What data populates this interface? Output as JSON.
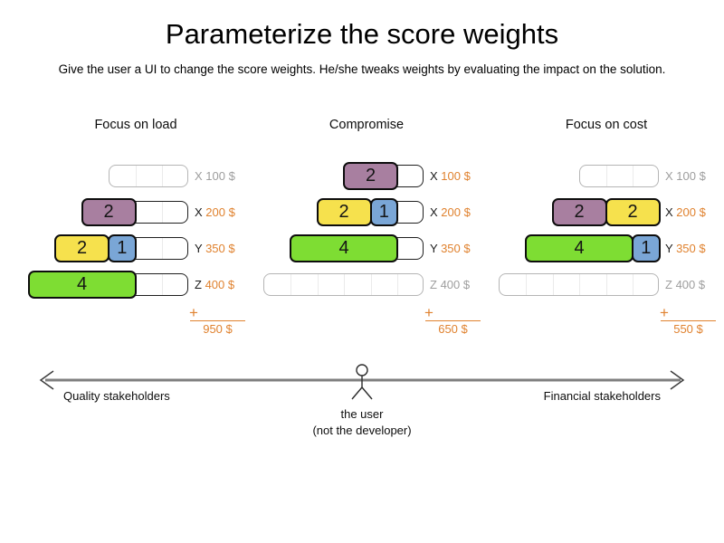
{
  "title": "Parameterize the score weights",
  "subtitle": "Give the user a UI to change the score weights. He/she tweaks weights by evaluating the impact on the solution.",
  "colors": {
    "purple": "#a87fa0",
    "yellow": "#f6e14d",
    "blue": "#7aa6d6",
    "green": "#7edd33",
    "orange": "#e0822f"
  },
  "scenarios": [
    {
      "title": "Focus on load",
      "rows": [
        {
          "capacity": 3,
          "axis": "X",
          "cost": "100 $",
          "blocks": []
        },
        {
          "capacity": 4,
          "axis": "X",
          "cost": "200 $",
          "blocks": [
            {
              "value": "2",
              "color": "purple"
            }
          ]
        },
        {
          "capacity": 5,
          "axis": "Y",
          "cost": "350 $",
          "blocks": [
            {
              "value": "2",
              "color": "yellow"
            },
            {
              "value": "1",
              "color": "blue"
            }
          ]
        },
        {
          "capacity": 6,
          "axis": "Z",
          "cost": "400 $",
          "blocks": [
            {
              "value": "4",
              "color": "green"
            }
          ]
        }
      ],
      "plus": "+",
      "total": "950 $"
    },
    {
      "title": "Compromise",
      "rows": [
        {
          "capacity": 3,
          "axis": "X",
          "cost": "100 $",
          "blocks": [
            {
              "value": "2",
              "color": "purple"
            }
          ]
        },
        {
          "capacity": 4,
          "axis": "X",
          "cost": "200 $",
          "blocks": [
            {
              "value": "2",
              "color": "yellow"
            },
            {
              "value": "1",
              "color": "blue"
            }
          ]
        },
        {
          "capacity": 5,
          "axis": "Y",
          "cost": "350 $",
          "blocks": [
            {
              "value": "4",
              "color": "green"
            }
          ]
        },
        {
          "capacity": 6,
          "axis": "Z",
          "cost": "400 $",
          "blocks": []
        }
      ],
      "plus": "+",
      "total": "650 $"
    },
    {
      "title": "Focus on cost",
      "rows": [
        {
          "capacity": 3,
          "axis": "X",
          "cost": "100 $",
          "blocks": []
        },
        {
          "capacity": 4,
          "axis": "X",
          "cost": "200 $",
          "blocks": [
            {
              "value": "2",
              "color": "purple"
            },
            {
              "value": "2",
              "color": "yellow"
            }
          ]
        },
        {
          "capacity": 5,
          "axis": "Y",
          "cost": "350 $",
          "blocks": [
            {
              "value": "4",
              "color": "green"
            },
            {
              "value": "1",
              "color": "blue"
            }
          ]
        },
        {
          "capacity": 6,
          "axis": "Z",
          "cost": "400 $",
          "blocks": []
        }
      ],
      "plus": "+",
      "total": "550 $"
    }
  ],
  "footer": {
    "left_label": "Quality stakeholders",
    "right_label": "Financial stakeholders",
    "user_label": "the user",
    "user_sublabel": "(not the developer)"
  }
}
